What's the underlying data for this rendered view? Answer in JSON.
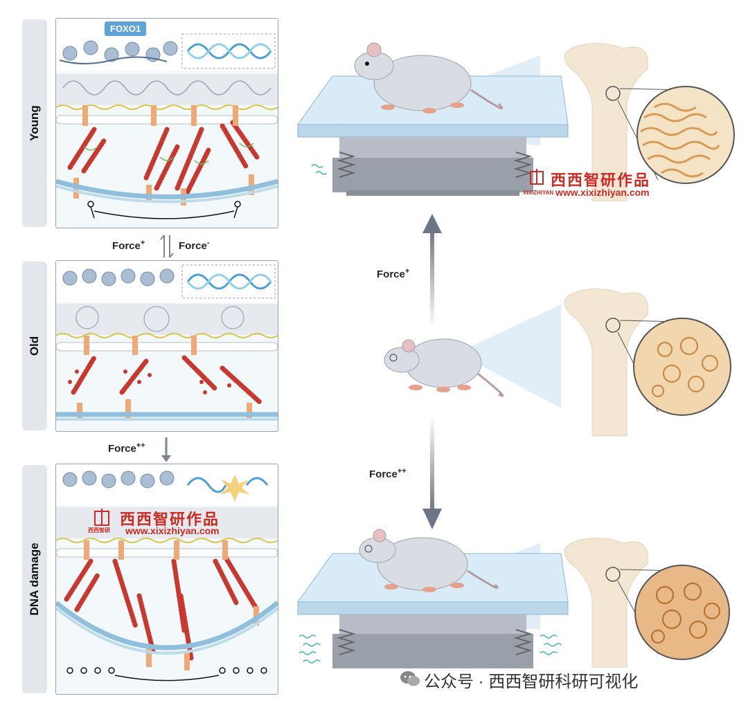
{
  "panels": {
    "young": {
      "label": "Young",
      "gene": "FOXO1"
    },
    "old": {
      "label": "Old"
    },
    "dna_damage": {
      "label": "DNA damage"
    }
  },
  "transitions": {
    "young_old_plus": "Force",
    "young_old_plus_sup": "+",
    "young_old_minus": "Force",
    "young_old_minus_sup": "-",
    "old_damage": "Force",
    "old_damage_sup": "++"
  },
  "right_arrows": {
    "up_label": "Force",
    "up_sup": "+",
    "down_label": "Force",
    "down_sup": "++"
  },
  "watermark": {
    "text": "西西智研作品",
    "url": "www.xixizhiyan.com",
    "badge_top": "西西智研",
    "badge_bottom": "XIXIZHIYAN"
  },
  "footer": {
    "text": "公众号 · 西西智研科研可视化"
  },
  "colors": {
    "actin": "#c9382f",
    "membrane": "#8fbfdc",
    "bone": "#f3e6d3",
    "trabecular": "#d99a55",
    "arrow": "#7d8593",
    "watermark": "#cf2a22"
  }
}
